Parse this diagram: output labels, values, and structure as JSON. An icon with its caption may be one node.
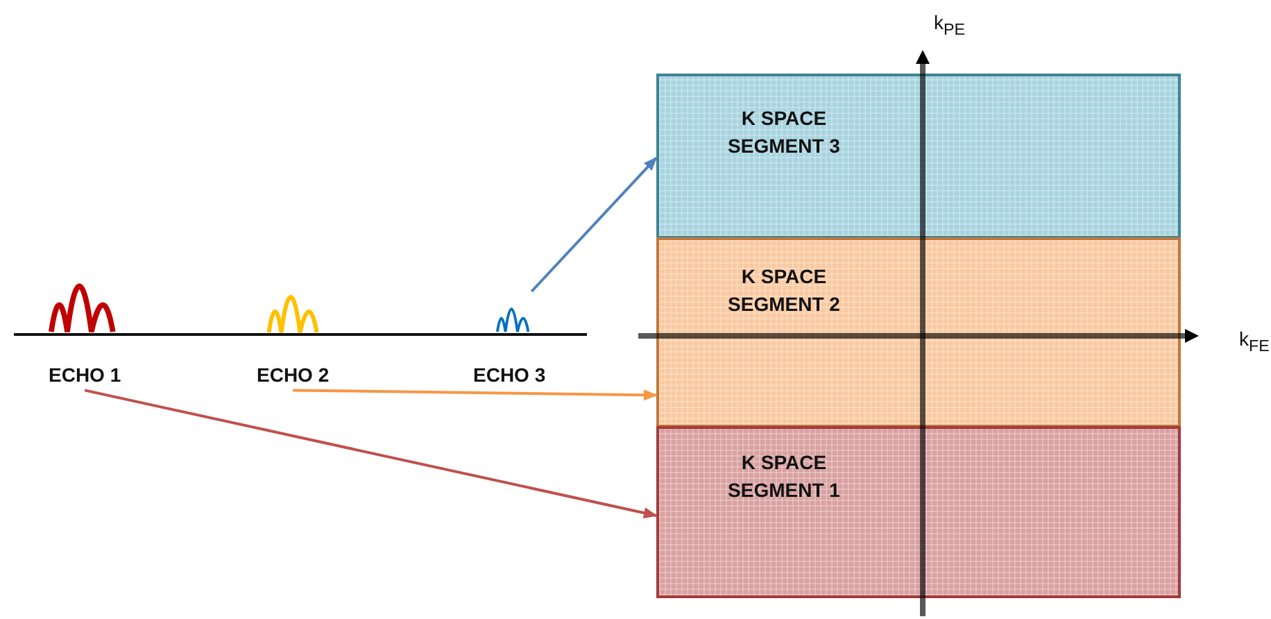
{
  "diagram": {
    "nodes": [
      {
        "text": [],
        "shape": "picture"
      },
      {
        "text": [],
        "shape": "picture"
      },
      {
        "text": [],
        "shape": "picture"
      },
      {
        "text": [
          "ECHO 1"
        ]
      },
      {
        "text": [
          "ECHO 2"
        ]
      },
      {
        "text": [
          "ECHO 3"
        ]
      },
      {
        "text": [
          "K SPACE SEGMENT 3"
        ]
      },
      {
        "text": [
          "K SPACE SEGMENT 2"
        ]
      },
      {
        "text": [
          "K SPACE SEGMENT 1"
        ]
      }
    ],
    "edges": [
      {
        "from": 2,
        "to": 6,
        "arrow": "to",
        "color": "#4f81bd"
      },
      {
        "from": 4,
        "to": 7,
        "arrow": "to",
        "color": "#f79646"
      },
      {
        "from": 3,
        "to": 8,
        "arrow": "to",
        "color": "#c0504d"
      }
    ],
    "labels": [
      "k$_{PE}$",
      "k$_{FE}$"
    ]
  }
}
